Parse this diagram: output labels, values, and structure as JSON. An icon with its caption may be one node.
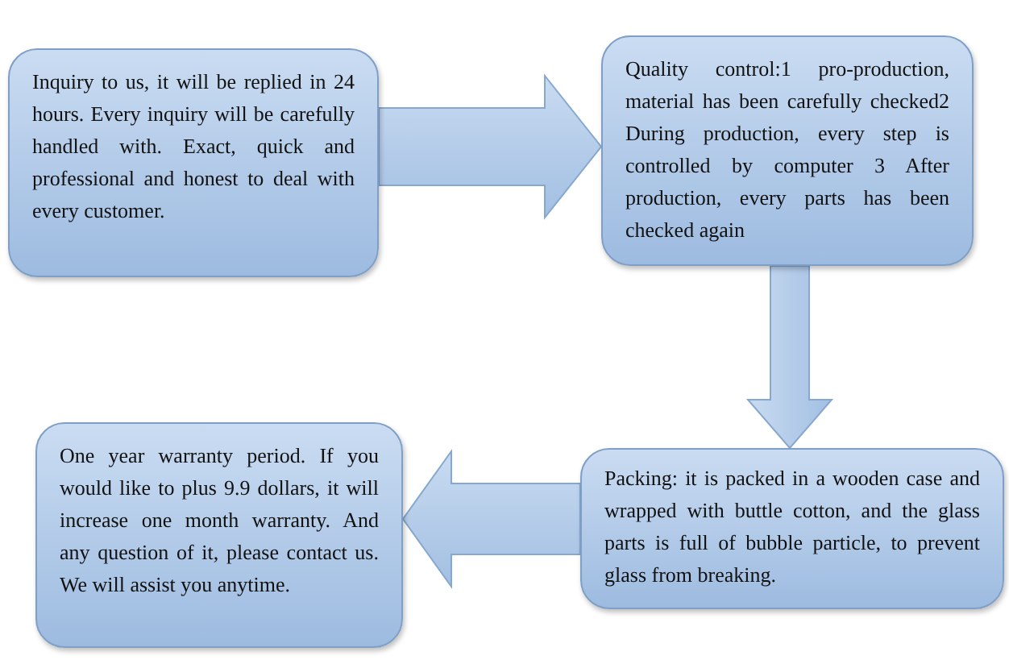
{
  "diagram": {
    "nodes": [
      {
        "text": [
          "Inquiry to us, it will be replied in 24 hours. Every inquiry will be carefully handled with. Exact, quick and professional and honest to deal with every customer."
        ]
      },
      {
        "text": [
          "Quality control:1 pro-production, material has been carefully checked2 During production, every step is controlled by computer 3 After production, every parts has been checked again"
        ]
      },
      {
        "text": [
          "Packing: it is packed in a wooden case and wrapped with buttle cotton, and the glass parts is full of bubble particle, to prevent glass from breaking."
        ]
      },
      {
        "text": [
          "One year warranty period. If you would like to plus 9.9 dollars, it will increase one month warranty. And any question of it, please contact us. We will assist you anytime."
        ]
      }
    ],
    "edges": [
      {
        "from": 0,
        "to": 1,
        "arrow": "to"
      },
      {
        "from": 1,
        "to": 2,
        "arrow": "to"
      },
      {
        "from": 2,
        "to": 3,
        "arrow": "to"
      }
    ]
  }
}
